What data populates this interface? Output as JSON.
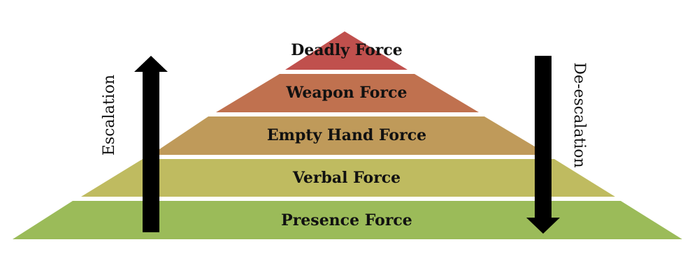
{
  "tiers": [
    {
      "label": "Deadly Force",
      "color": "#C0504D"
    },
    {
      "label": "Weapon Force",
      "color": "#C0714F"
    },
    {
      "label": "Empty Hand Force",
      "color": "#BF9A5A"
    },
    {
      "label": "Verbal Force",
      "color": "#BFBB60"
    },
    {
      "label": "Presence Force",
      "color": "#9BBB59"
    }
  ],
  "arrows": {
    "escalation": {
      "label": "Escalation",
      "direction": "up"
    },
    "deescalation": {
      "label": "De-escalation",
      "direction": "down"
    }
  },
  "colors": {
    "arrow": "#000000",
    "separator": "#ffffff"
  }
}
